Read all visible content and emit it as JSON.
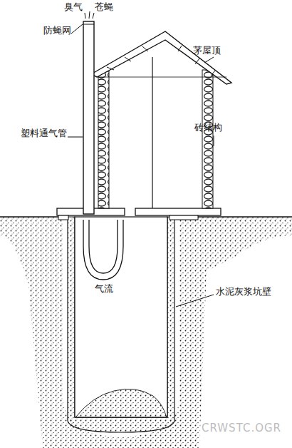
{
  "diagram": {
    "labels": [
      "臭气",
      "苍蝇",
      "防蝇网",
      "茅屋顶",
      "塑料通气管",
      "砖结构",
      "气流",
      "水泥灰浆坑壁",
      "CRWSTC.OGR"
    ]
  }
}
